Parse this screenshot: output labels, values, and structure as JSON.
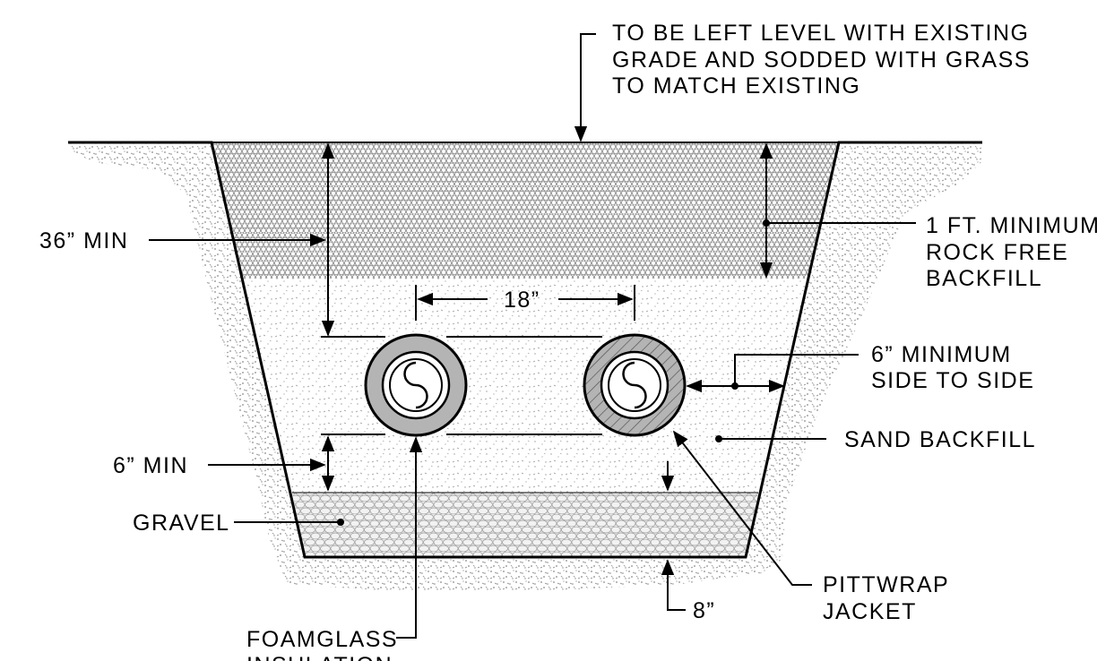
{
  "labels": {
    "grade_line1": "TO BE LEFT LEVEL WITH EXISTING",
    "grade_line2": "GRADE AND SODDED WITH GRASS",
    "grade_line3": "TO MATCH EXISTING",
    "rock_free_line1": "1 FT. MINIMUM",
    "rock_free_line2": "ROCK FREE",
    "rock_free_line3": "BACKFILL",
    "depth_min": "36” MIN",
    "pipe_spacing": "18”",
    "side_clearance_line1": "6” MINIMUM",
    "side_clearance_line2": "SIDE TO SIDE",
    "sand_backfill": "SAND BACKFILL",
    "bottom_clearance": "6” MIN",
    "gravel": "GRAVEL",
    "gravel_depth": "8”",
    "jacket_line1": "PITTWRAP",
    "jacket_line2": "JACKET",
    "insulation_line1": "FOAMGLASS",
    "insulation_line2": "INSULATION"
  },
  "colors": {
    "line": "#000000",
    "soil_stipple": "#9a9a9a",
    "jacket_fill": "#b4b4b4",
    "background": "#ffffff"
  }
}
